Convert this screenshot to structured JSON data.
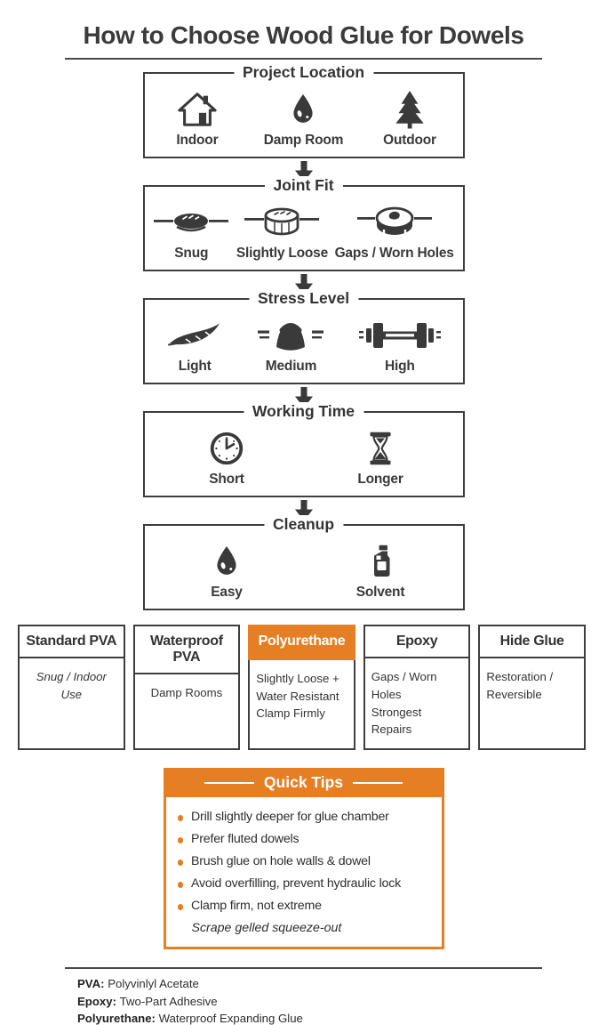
{
  "title": "How to Choose Wood Glue for Dowels",
  "colors": {
    "accent_orange": "#E67F24",
    "ink": "#3a3a3a"
  },
  "flow": {
    "boxes": [
      {
        "title": "Project Location",
        "items": [
          {
            "icon": "house-icon",
            "label": "Indoor"
          },
          {
            "icon": "water-drop-icon",
            "label": "Damp Room"
          },
          {
            "icon": "pine-tree-icon",
            "label": "Outdoor"
          }
        ]
      },
      {
        "title": "Joint Fit",
        "items": [
          {
            "icon": "snug-dowel-icon",
            "label": "Snug"
          },
          {
            "icon": "loose-dowel-icon",
            "label": "Slightly Loose"
          },
          {
            "icon": "worn-hole-icon",
            "label": "Gaps / Worn Holes"
          }
        ]
      },
      {
        "title": "Stress Level",
        "items": [
          {
            "icon": "feather-icon",
            "label": "Light"
          },
          {
            "icon": "kettlebell-icon",
            "label": "Medium"
          },
          {
            "icon": "dumbbell-icon",
            "label": "High"
          }
        ]
      },
      {
        "title": "Working Time",
        "items": [
          {
            "icon": "clock-icon",
            "label": "Short"
          },
          {
            "icon": "hourglass-icon",
            "label": "Longer"
          }
        ]
      },
      {
        "title": "Cleanup",
        "items": [
          {
            "icon": "water-drop-icon",
            "label": "Easy"
          },
          {
            "icon": "solvent-bottle-icon",
            "label": "Solvent"
          }
        ]
      }
    ]
  },
  "glue_cards": [
    {
      "name": "Standard PVA",
      "description": "Snug / Indoor Use",
      "highlighted": false
    },
    {
      "name": "Waterproof PVA",
      "description": "Damp Rooms",
      "highlighted": false
    },
    {
      "name": "Polyurethane",
      "description": "Slightly Loose +\nWater Resistant\nClamp Firmly",
      "highlighted": true
    },
    {
      "name": "Epoxy",
      "description": "Gaps / Worn Holes\nStrongest Repairs",
      "highlighted": false
    },
    {
      "name": "Hide Glue",
      "description": "Restoration /\nReversible",
      "highlighted": false
    }
  ],
  "quick_tips": {
    "title": "Quick Tips",
    "tips": [
      "Drill slightly deeper for glue chamber",
      "Prefer fluted dowels",
      "Brush glue on hole walls & dowel",
      "Avoid overfilling, prevent hydraulic lock",
      "Clamp firm, not extreme"
    ],
    "footnote": "Scrape gelled squeeze-out"
  },
  "legend": [
    {
      "term": "PVA:",
      "definition": "Polyvinlyl Acetate"
    },
    {
      "term": "Epoxy:",
      "definition": "Two-Part Adhesive"
    },
    {
      "term": "Polyurethane:",
      "definition": "Waterproof Expanding Glue"
    }
  ]
}
